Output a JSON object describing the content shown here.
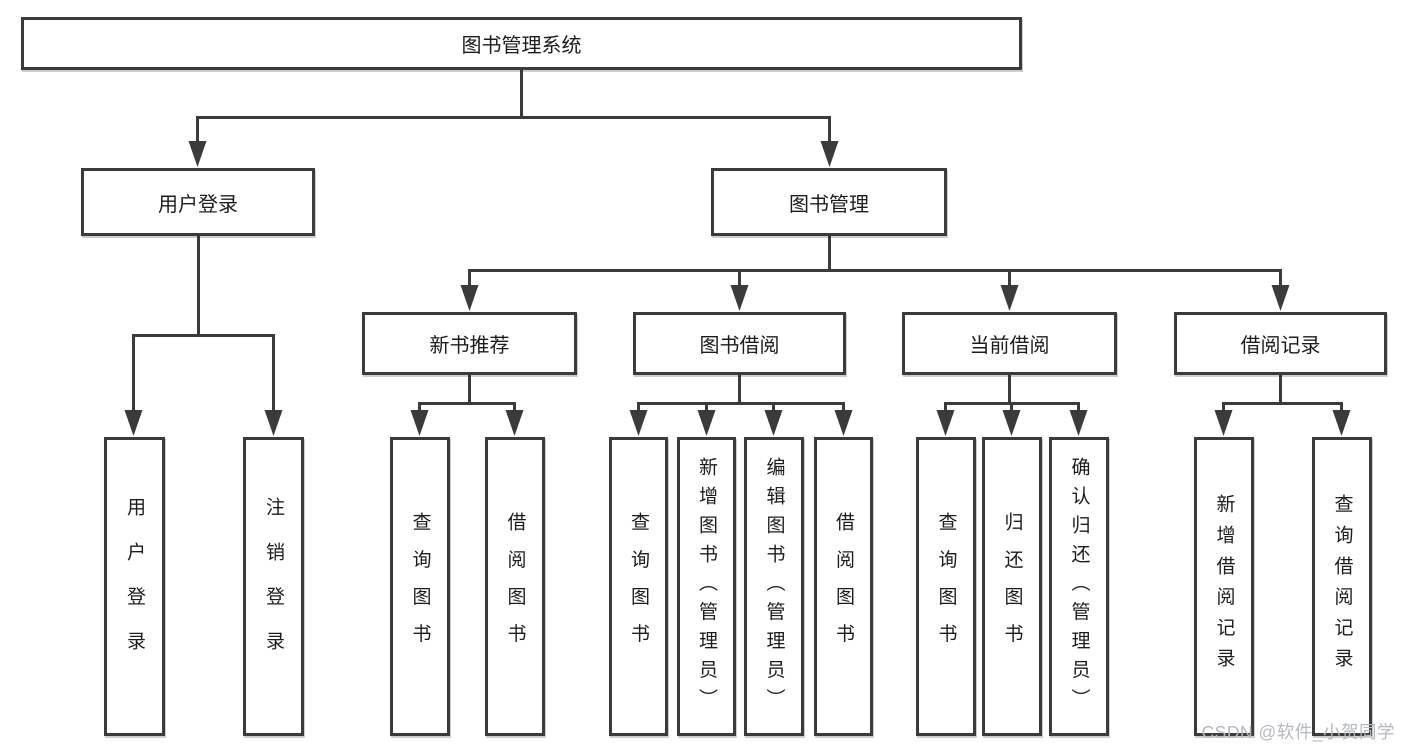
{
  "tree": {
    "root": "图书管理系统",
    "branches": [
      {
        "label": "用户登录",
        "children": [
          "用户登录",
          "注销登录"
        ]
      },
      {
        "label": "图书管理",
        "children": [
          {
            "label": "新书推荐",
            "children": [
              "查询图书",
              "借阅图书"
            ]
          },
          {
            "label": "图书借阅",
            "children": [
              "查询图书",
              "新增图书（管理员）",
              "编辑图书（管理员）",
              "借阅图书"
            ]
          },
          {
            "label": "当前借阅",
            "children": [
              "查询图书",
              "归还图书",
              "确认归还（管理员）"
            ]
          },
          {
            "label": "借阅记录",
            "children": [
              "新增借阅记录",
              "查询借阅记录"
            ]
          }
        ]
      }
    ]
  },
  "watermark": "CSDN @软件_小贺同学",
  "colors": {
    "line": "#3b3b3d",
    "text": "#1c1c1e",
    "box_bg": "#ffffff",
    "watermark": "#b4b8bf"
  }
}
